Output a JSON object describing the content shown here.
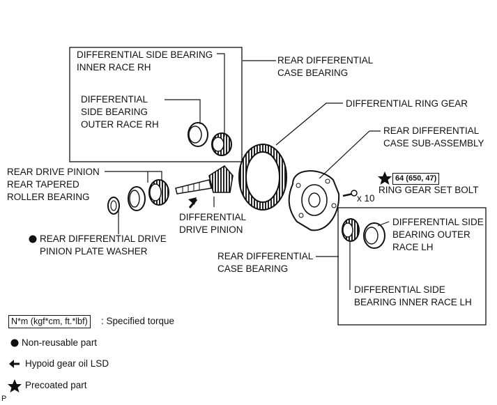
{
  "labels": {
    "diff_side_bearing_inner_rh": [
      "DIFFERENTIAL SIDE BEARING",
      "INNER RACE RH"
    ],
    "diff_side_bearing_outer_rh": [
      "DIFFERENTIAL",
      "SIDE BEARING",
      "OUTER RACE RH"
    ],
    "rear_diff_case_bearing_top": [
      "REAR DIFFERENTIAL",
      "CASE BEARING"
    ],
    "diff_ring_gear": [
      "DIFFERENTIAL RING GEAR"
    ],
    "rear_diff_case_sub_assembly": [
      "REAR DIFFERENTIAL",
      "CASE SUB-ASSEMBLY"
    ],
    "rear_drive_pinion_bearing": [
      "REAR DRIVE PINION",
      "REAR TAPERED",
      "ROLLER BEARING"
    ],
    "ring_gear_set_bolt": [
      "RING GEAR SET BOLT"
    ],
    "bolt_qty": "x 10",
    "diff_drive_pinion": [
      "DIFFERENTIAL",
      "DRIVE PINION"
    ],
    "plate_washer": [
      "REAR DIFFERENTIAL DRIVE",
      "PINION PLATE WASHER"
    ],
    "diff_side_bearing_outer_lh": [
      "DIFFERENTIAL SIDE",
      "BEARING OUTER",
      "RACE LH"
    ],
    "rear_diff_case_bearing_bottom": [
      "REAR DIFFERENTIAL",
      "CASE BEARING"
    ],
    "diff_side_bearing_inner_lh": [
      "DIFFERENTIAL SIDE",
      "BEARING INNER RACE LH"
    ]
  },
  "torque_spec": "64 (650, 47)",
  "legend": {
    "torque_box": "N*m (kgf*cm, ft.*lbf)",
    "torque_text": ": Specified torque",
    "non_reusable": "Non-reusable part",
    "gear_oil": "Hypoid gear oil LSD",
    "precoated": "Precoated part"
  },
  "corner_mark": "P",
  "symbols": {
    "non_reusable": "black-dot-icon",
    "gear_oil": "arrow-icon",
    "precoated": "black-star-icon"
  },
  "colors": {
    "ink": "#111111",
    "background": "#ffffff"
  }
}
